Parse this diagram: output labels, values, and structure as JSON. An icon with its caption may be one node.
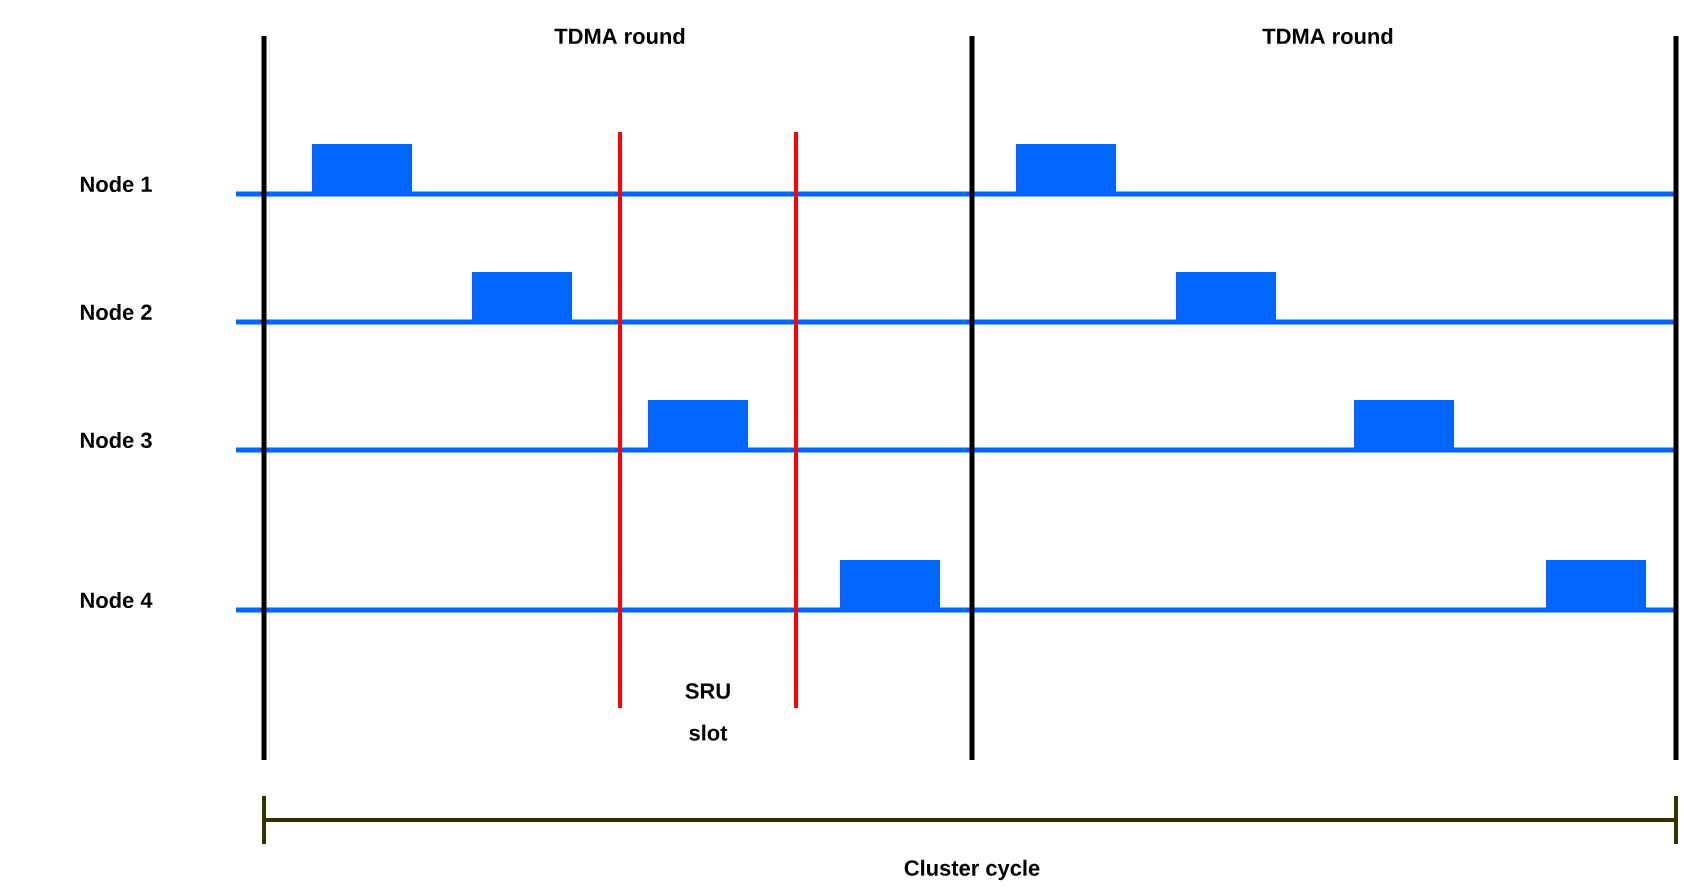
{
  "diagram": {
    "labels": [
      "TDMA round",
      "TDMA round",
      "Node 1",
      "Node 2",
      "Node 3",
      "Node 4",
      "SRU slot",
      "Cluster cycle"
    ]
  }
}
